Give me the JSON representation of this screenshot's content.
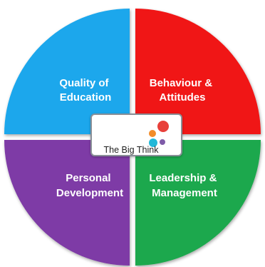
{
  "quadrants": [
    {
      "id": "top-left",
      "lines": [
        "Quality of",
        "Education"
      ],
      "color": "#1AA7EC"
    },
    {
      "id": "top-right",
      "lines": [
        "Behaviour &",
        "Attitudes"
      ],
      "color": "#F01414"
    },
    {
      "id": "bottom-left",
      "lines": [
        "Personal",
        "Development"
      ],
      "color": "#7E3AA6"
    },
    {
      "id": "bottom-right",
      "lines": [
        "Leadership &",
        "Management"
      ],
      "color": "#1EA84E"
    }
  ],
  "logo": {
    "text": "The Big Think",
    "dot_colors": [
      "#F28C28",
      "#E8403A",
      "#22B8D8",
      "#7E5BA8"
    ]
  }
}
